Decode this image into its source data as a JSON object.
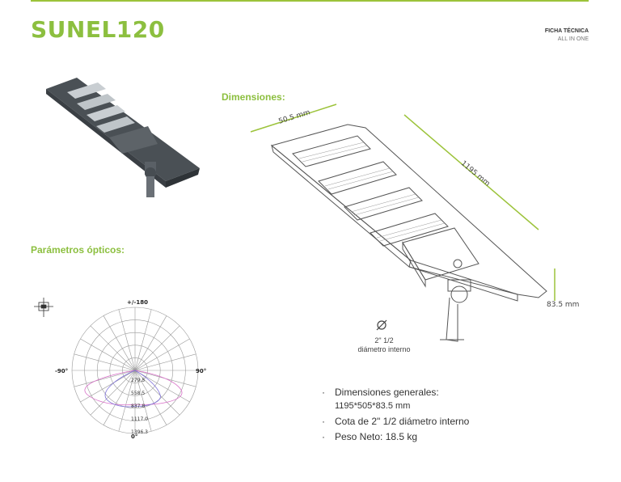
{
  "header": {
    "title": "SUNEL120",
    "sheet_line1": "FICHA TÉCNICA",
    "sheet_line2": "ALL IN ONE"
  },
  "sections": {
    "dimensions": "Dimensiones:",
    "optical": "Parámetros ópticos:"
  },
  "dimensions": {
    "width": "50.5 mm",
    "length": "1195 mm",
    "height": "83.5 mm",
    "pole_line1": "2\" 1/2",
    "pole_line2": "diámetro interno"
  },
  "specs": {
    "item1_label": "Dimensiones generales:",
    "item1_value": "1195*505*83.5 mm",
    "item2": "Cota de 2\" 1/2 diámetro interno",
    "item3": "Peso Neto: 18.5 kg"
  },
  "polar": {
    "top": "+/-180",
    "left": "-90°",
    "right": "90°",
    "bottom": "0°",
    "rings": [
      "279.5",
      "558.5",
      "837.8",
      "1117.0",
      "1396.3"
    ]
  },
  "colors": {
    "accent": "#8cbf3f",
    "curve_a": "#d86fc8",
    "curve_b": "#7d6fd8"
  }
}
